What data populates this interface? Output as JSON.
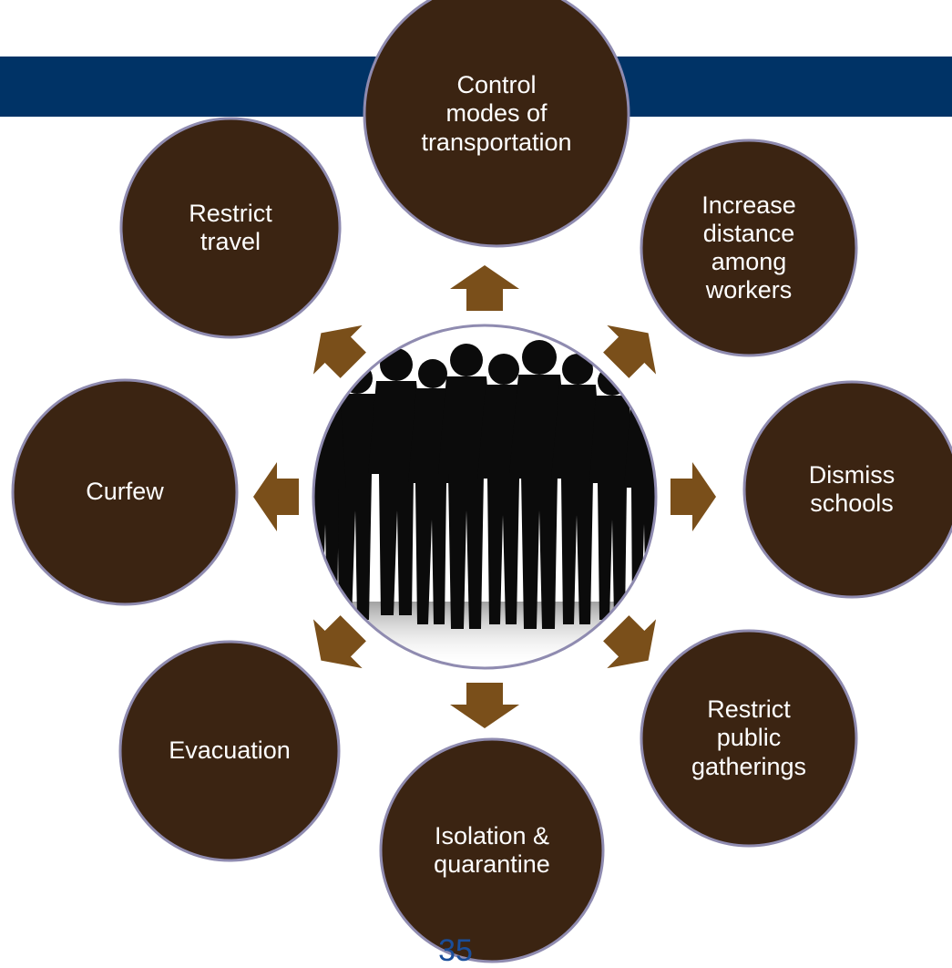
{
  "colors": {
    "header_bar": "#003366",
    "node_fill": "#3b2412",
    "node_border": "#8f8bb0",
    "arrow_fill": "#7a4f1a",
    "center_border": "#8f8bb0",
    "label_text": "#ffffff",
    "page_number": "#1a4e9a"
  },
  "center": {
    "image": "people-silhouettes-group"
  },
  "nodes": [
    {
      "id": "control-transport",
      "label": "Control\nmodes of\ntransportation"
    },
    {
      "id": "increase-distance",
      "label": "Increase\ndistance\namong\nworkers"
    },
    {
      "id": "dismiss-schools",
      "label": "Dismiss\nschools"
    },
    {
      "id": "restrict-gatherings",
      "label": "Restrict\npublic\ngatherings"
    },
    {
      "id": "isolation-quarantine",
      "label": "Isolation &\nquarantine"
    },
    {
      "id": "evacuation",
      "label": "Evacuation"
    },
    {
      "id": "curfew",
      "label": "Curfew"
    },
    {
      "id": "restrict-travel",
      "label": "Restrict\ntravel"
    }
  ],
  "footer": {
    "page_number": "35"
  }
}
